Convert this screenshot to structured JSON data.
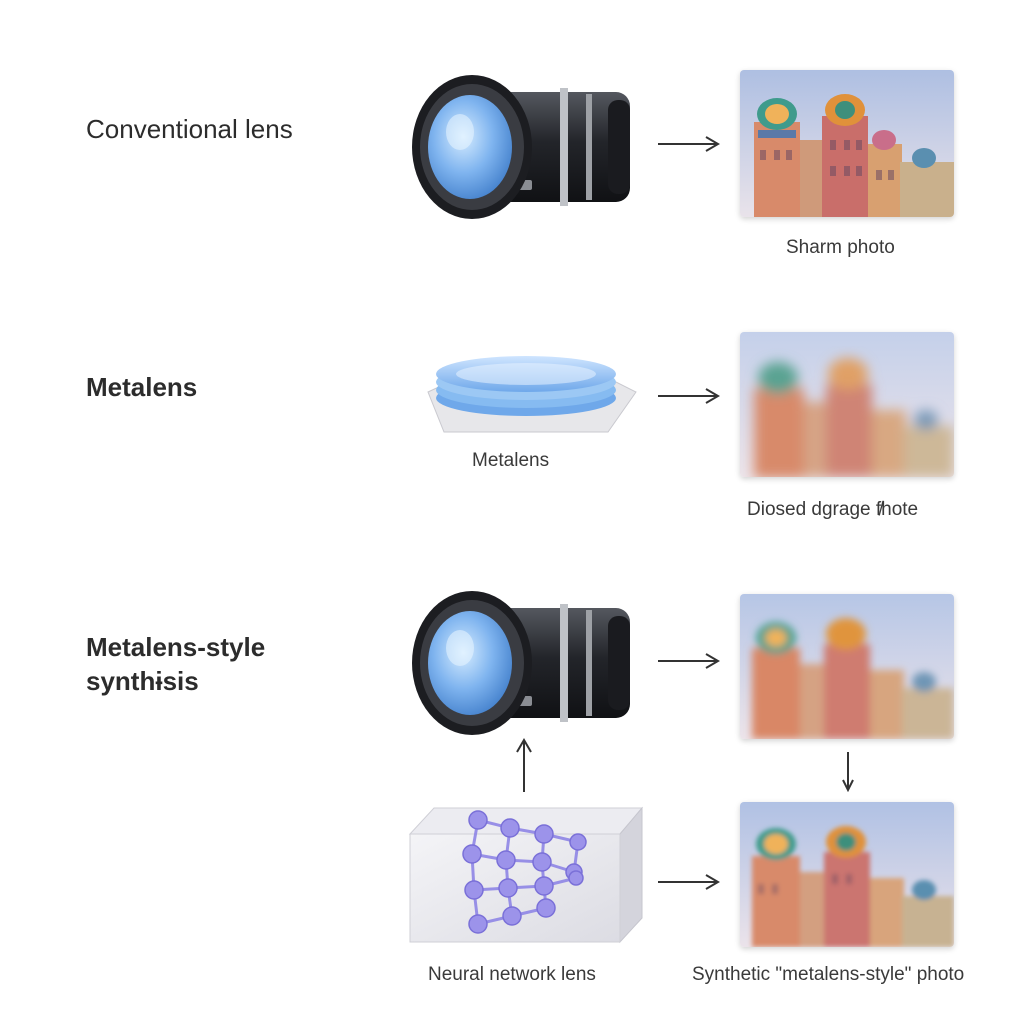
{
  "rows": [
    {
      "title_line1": "Conventional lens",
      "title_line2": "",
      "output_caption": "Sharm photo"
    },
    {
      "title_line1": "Metalens",
      "title_line2": "",
      "element_caption": "Metalens",
      "output_caption": "Diosed dgrage f̸hote"
    },
    {
      "title_line1": "Metalens-style",
      "title_line2": "synthɨsis",
      "element_caption": "Neural network lens",
      "output_caption": "Synthetic \"metalens-style\" photo"
    }
  ],
  "icons": {
    "camera": "camera-lens-icon",
    "metalens": "metalens-disk-icon",
    "neural": "neural-network-cube-icon",
    "arrow": "arrow-icon"
  },
  "colors": {
    "lens_glass": "#7fb4ef",
    "lens_body": "#2b2d33",
    "metalens_blue": "#8cc0f2",
    "neural_node": "#8f86e6",
    "sky": "#b8c8e6",
    "building_warm": "#d88a6a"
  }
}
